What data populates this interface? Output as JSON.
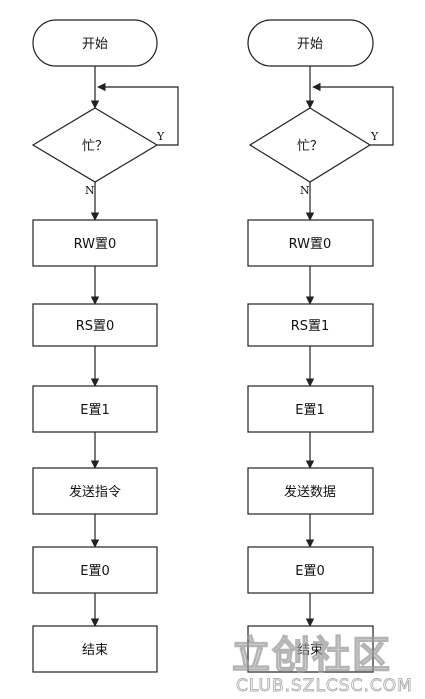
{
  "left_flow": {
    "start": "开始",
    "decision": "忙？",
    "yes": "Y",
    "no": "N",
    "steps": [
      "RW置0",
      "RS置0",
      "E置1",
      "发送指令",
      "E置0",
      "结束"
    ]
  },
  "right_flow": {
    "start": "开始",
    "decision": "忙？",
    "yes": "Y",
    "no": "N",
    "steps": [
      "RW置0",
      "RS置1",
      "E置1",
      "发送数据",
      "E置0",
      "结束"
    ]
  },
  "watermark": {
    "title": "立创社区",
    "url": "CLUB.SZLCSC.COM"
  },
  "colors": {
    "stroke": "#222222",
    "text": "#111111",
    "watermark": "#9a9a9a"
  }
}
